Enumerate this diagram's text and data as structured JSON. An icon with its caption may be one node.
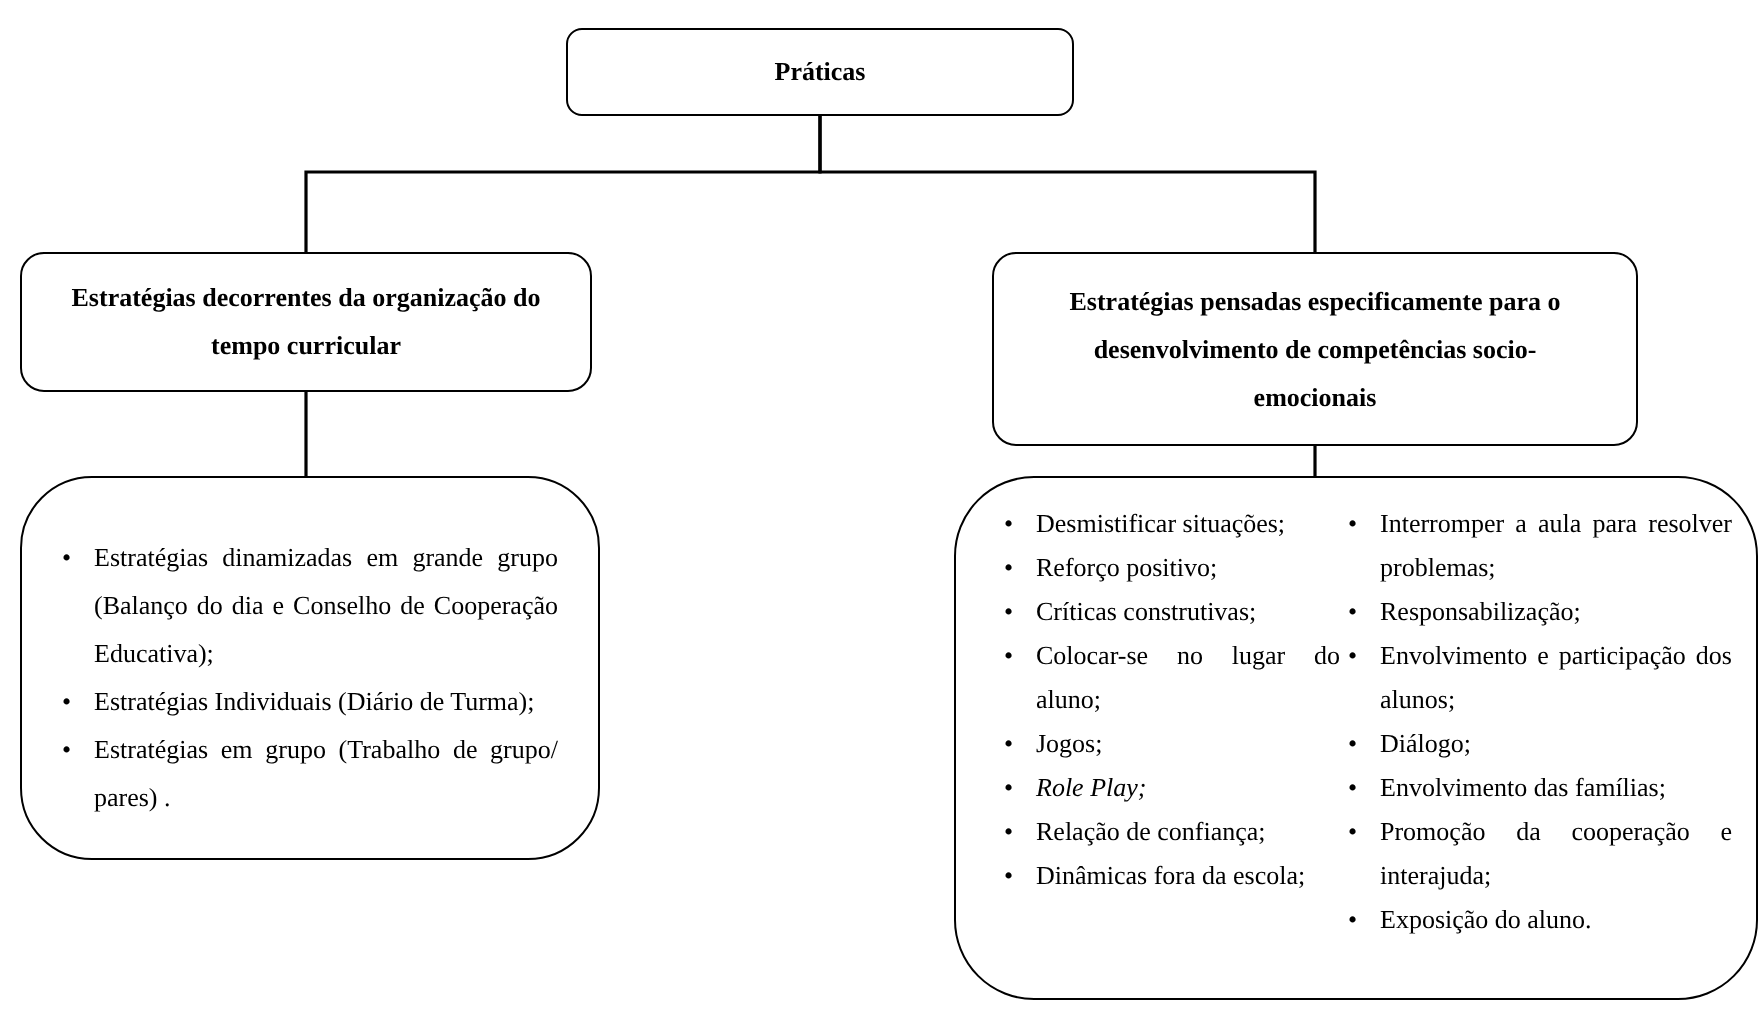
{
  "diagram": {
    "nodes": [
      {
        "text": [
          "Práticas"
        ]
      },
      {
        "text": [
          "Estratégias decorrentes da organização do tempo curricular"
        ]
      },
      {
        "text": [
          "Estratégias pensadas especificamente para o desenvolvimento de competências socio-emocionais"
        ]
      },
      {
        "text": [
          "Estratégias dinamizadas em grande grupo (Balanço do dia e Conselho de Cooperação Educativa);",
          "Estratégias Individuais (Diário de Turma);",
          "Estratégias em grupo (Trabalho de grupo/ pares) ."
        ]
      },
      {
        "text": [
          "Desmistificar situações;",
          "Reforço positivo;",
          "Críticas construtivas;",
          "Colocar-se no lugar do aluno;",
          "Jogos;",
          "*Role Play;*",
          "Relação de confiança;",
          "Dinâmicas fora da escola;",
          "Interromper a aula para resolver problemas;",
          "Responsabilização;",
          "Envolvimento e participação dos alunos;",
          "Diálogo;",
          "Envolvimento das famílias;",
          "Promoção da cooperação e interajuda;",
          "Exposição do aluno."
        ]
      }
    ],
    "edges": [
      {
        "from": 0,
        "to": 1,
        "arrow": "none"
      },
      {
        "from": 0,
        "to": 2,
        "arrow": "none"
      },
      {
        "from": 1,
        "to": 3,
        "arrow": "none"
      },
      {
        "from": 2,
        "to": 4,
        "arrow": "none"
      }
    ],
    "labels": [
      "•",
      "•",
      "•",
      "•",
      "•",
      "•",
      "•",
      "•",
      "•",
      "•",
      "•",
      "•",
      "•",
      "•",
      "•",
      "•",
      "•",
      "•"
    ]
  }
}
